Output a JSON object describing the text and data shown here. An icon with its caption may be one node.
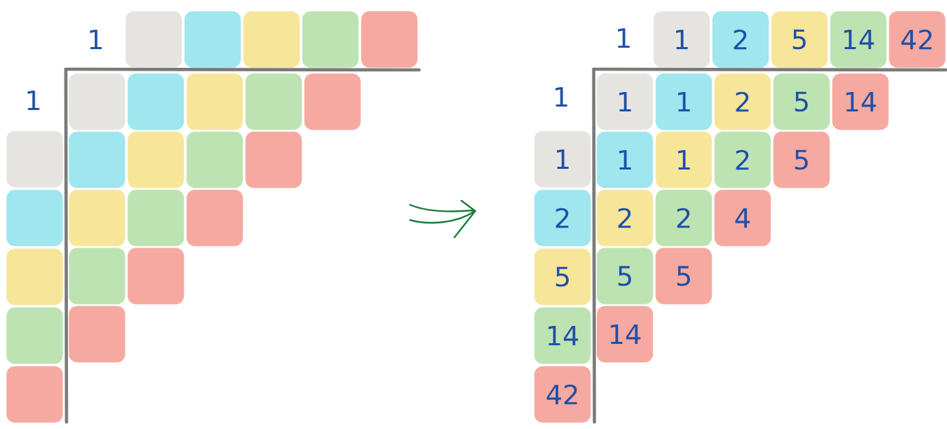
{
  "diagram": {
    "nodes": [
      {
        "text": [],
        "shape": "box"
      },
      {
        "text": [],
        "shape": "box"
      },
      {
        "text": [],
        "shape": "box"
      },
      {
        "text": [],
        "shape": "box"
      },
      {
        "text": [],
        "shape": "box"
      },
      {
        "text": [],
        "shape": "box"
      },
      {
        "text": [],
        "shape": "box"
      },
      {
        "text": [],
        "shape": "box"
      },
      {
        "text": [],
        "shape": "box"
      },
      {
        "text": [],
        "shape": "box"
      },
      {
        "text": [],
        "shape": "box"
      },
      {
        "text": [],
        "shape": "box"
      },
      {
        "text": [],
        "shape": "box"
      },
      {
        "text": [],
        "shape": "box"
      },
      {
        "text": [],
        "shape": "box"
      },
      {
        "text": [],
        "shape": "box"
      },
      {
        "text": [],
        "shape": "box"
      },
      {
        "text": [],
        "shape": "box"
      },
      {
        "text": [],
        "shape": "box"
      },
      {
        "text": [],
        "shape": "box"
      },
      {
        "text": [],
        "shape": "box"
      },
      {
        "text": [],
        "shape": "box"
      },
      {
        "text": [],
        "shape": "box"
      },
      {
        "text": [],
        "shape": "box"
      },
      {
        "text": [],
        "shape": "box"
      },
      {
        "text": [
          "1"
        ]
      },
      {
        "text": [
          "2"
        ]
      },
      {
        "text": [
          "5"
        ]
      },
      {
        "text": [
          "14"
        ]
      },
      {
        "text": [
          "42"
        ]
      },
      {
        "text": [
          "1"
        ]
      },
      {
        "text": [
          "2"
        ]
      },
      {
        "text": [
          "5"
        ]
      },
      {
        "text": [
          "14"
        ]
      },
      {
        "text": [
          "42"
        ]
      },
      {
        "text": [
          "1"
        ]
      },
      {
        "text": [
          "1"
        ]
      },
      {
        "text": [
          "2"
        ]
      },
      {
        "text": [
          "5"
        ]
      },
      {
        "text": [
          "14"
        ]
      },
      {
        "text": [
          "1"
        ]
      },
      {
        "text": [
          "1"
        ]
      },
      {
        "text": [
          "2"
        ]
      },
      {
        "text": [
          "5"
        ]
      },
      {
        "text": [
          "2"
        ]
      },
      {
        "text": [
          "2"
        ]
      },
      {
        "text": [
          "4"
        ]
      },
      {
        "text": [
          "5"
        ]
      },
      {
        "text": [
          "5"
        ]
      },
      {
        "text": [
          "14"
        ]
      }
    ],
    "labels": [
      "1",
      "1",
      "1",
      "1"
    ]
  }
}
